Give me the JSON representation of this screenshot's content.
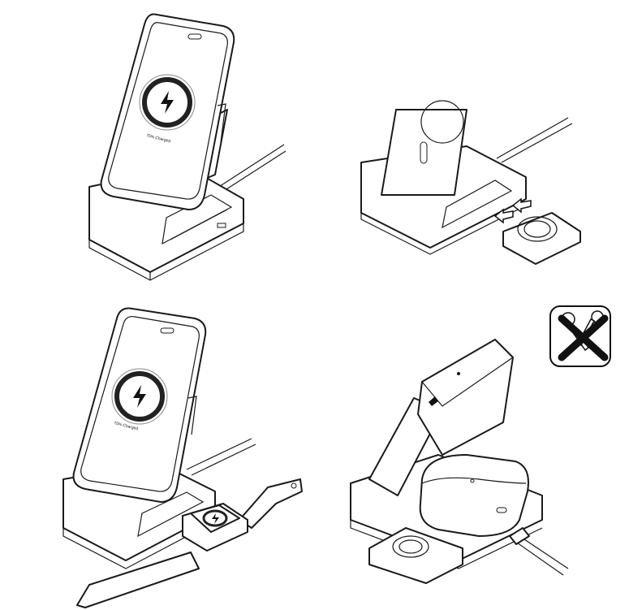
{
  "panels": [
    {
      "id": "phone-charging",
      "screen_text": "75% Charged"
    },
    {
      "id": "watch-module-insert"
    },
    {
      "id": "phone-and-watch-charging",
      "screen_text": "75% Charged"
    },
    {
      "id": "folded-with-earbuds"
    }
  ],
  "warning_icon": {
    "meaning": "no-metal-objects",
    "color": "#111111"
  },
  "colors": {
    "line": "#1a1a1a",
    "fill": "#ffffff",
    "ring": "#222222"
  }
}
